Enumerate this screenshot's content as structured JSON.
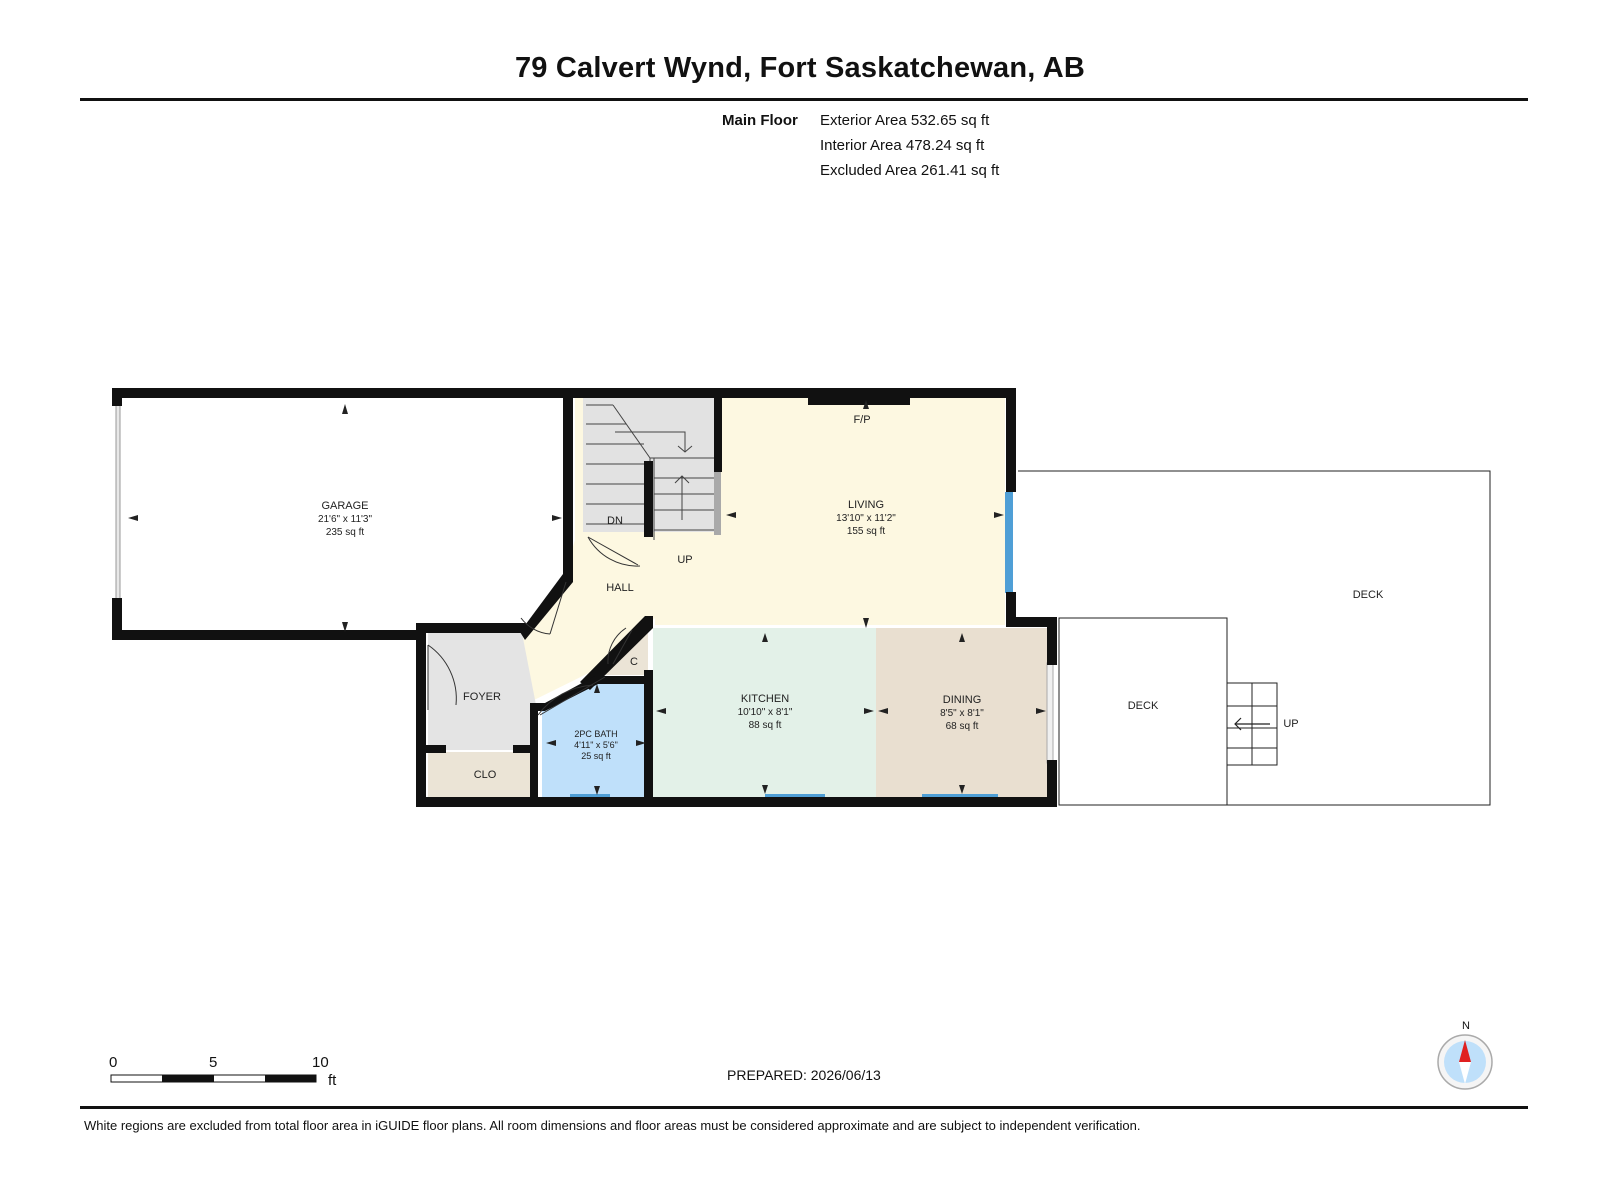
{
  "header": {
    "title": "79 Calvert Wynd, Fort Saskatchewan, AB"
  },
  "areas": {
    "floor_name": "Main Floor",
    "exterior": "Exterior Area 532.65 sq ft",
    "interior": "Interior Area 478.24 sq ft",
    "excluded": "Excluded Area 261.41 sq ft"
  },
  "rooms": {
    "garage": {
      "name": "GARAGE",
      "dims": "21'6\" x 11'3\"",
      "area": "235 sq ft"
    },
    "living": {
      "name": "LIVING",
      "dims": "13'10\" x 11'2\"",
      "area": "155 sq ft"
    },
    "kitchen": {
      "name": "KITCHEN",
      "dims": "10'10\" x 8'1\"",
      "area": "88 sq ft"
    },
    "dining": {
      "name": "DINING",
      "dims": "8'5\" x 8'1\"",
      "area": "68 sq ft"
    },
    "bath": {
      "name": "2PC BATH",
      "dims": "4'11\" x 5'6\"",
      "area": "25 sq ft"
    },
    "hall": {
      "name": "HALL"
    },
    "foyer": {
      "name": "FOYER"
    },
    "closet": {
      "name": "CLO"
    },
    "small_closet": {
      "name": "C"
    },
    "fireplace": {
      "name": "F/P"
    },
    "stairs_down": {
      "name": "DN"
    },
    "stairs_up": {
      "name": "UP"
    },
    "deck_main": {
      "name": "DECK"
    },
    "deck_small": {
      "name": "DECK"
    },
    "deck_stairs_up": {
      "name": "UP"
    }
  },
  "scale": {
    "ticks": [
      "0",
      "5",
      "10"
    ],
    "unit": "ft"
  },
  "compass": {
    "north_label": "N"
  },
  "footer": {
    "prepared": "PREPARED: 2026/06/13",
    "disclaimer": "White regions are excluded from total floor area in iGUIDE floor plans. All room dimensions and floor areas must be considered approximate and are subject to independent verification."
  },
  "colors": {
    "wall": "#111111",
    "living": "#fdf8e1",
    "kitchen": "#e3f1e8",
    "dining": "#e9dfd0",
    "bath": "#bfe0fa",
    "foyer": "#e4e4e4",
    "closet": "#ebe4d6",
    "stairs": "#e2e2e2",
    "window": "#4f9fd6"
  }
}
